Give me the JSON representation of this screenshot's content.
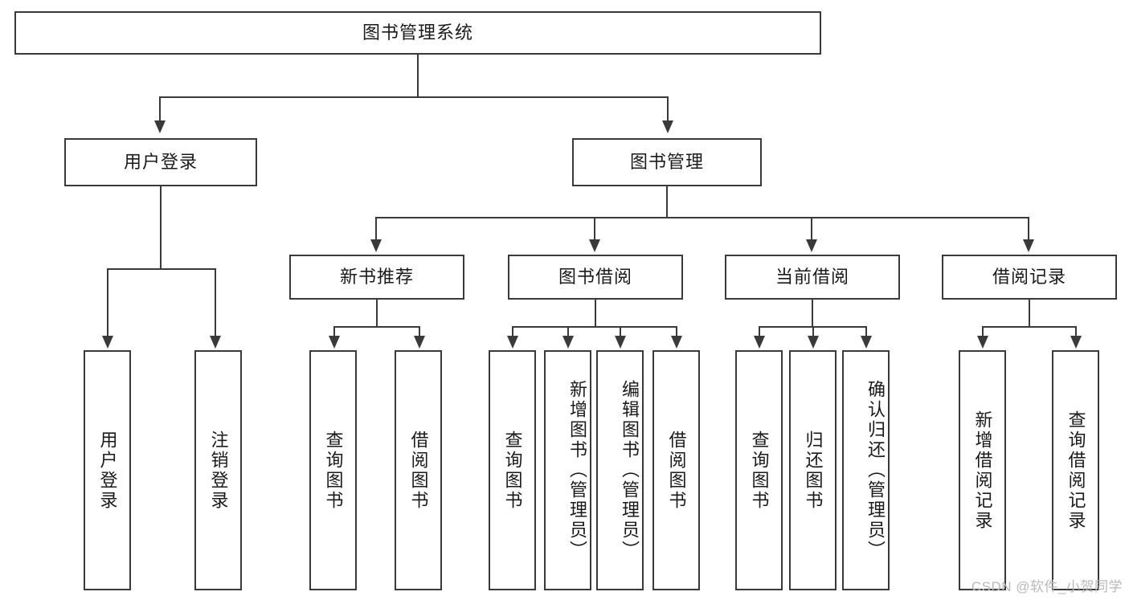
{
  "diagram": {
    "title": "图书管理系统",
    "type": "tree-hierarchy-diagram",
    "root": {
      "id": "root",
      "label": "图书管理系统"
    },
    "level2": [
      {
        "id": "user-login",
        "label": "用户登录"
      },
      {
        "id": "book-manage",
        "label": "图书管理"
      }
    ],
    "level3": [
      {
        "id": "new-book-rec",
        "label": "新书推荐"
      },
      {
        "id": "book-borrow",
        "label": "图书借阅"
      },
      {
        "id": "current-borrow",
        "label": "当前借阅"
      },
      {
        "id": "borrow-record",
        "label": "借阅记录"
      }
    ],
    "leaves": {
      "user_login": [
        {
          "id": "leaf-user-login",
          "label": "用户登录"
        },
        {
          "id": "leaf-logout",
          "label": "注销登录"
        }
      ],
      "new_book_rec": [
        {
          "id": "leaf-query-book-1",
          "label": "查询图书"
        },
        {
          "id": "leaf-borrow-book-1",
          "label": "借阅图书"
        }
      ],
      "book_borrow": [
        {
          "id": "leaf-query-book-2",
          "label": "查询图书"
        },
        {
          "id": "leaf-add-book",
          "label": "新增图书（管理员）"
        },
        {
          "id": "leaf-edit-book",
          "label": "编辑图书（管理员）"
        },
        {
          "id": "leaf-borrow-book-2",
          "label": "借阅图书"
        }
      ],
      "current_borrow": [
        {
          "id": "leaf-query-book-3",
          "label": "查询图书"
        },
        {
          "id": "leaf-return-book",
          "label": "归还图书"
        },
        {
          "id": "leaf-confirm-return",
          "label": "确认归还（管理员）"
        }
      ],
      "borrow_record": [
        {
          "id": "leaf-add-record",
          "label": "新增借阅记录"
        },
        {
          "id": "leaf-query-record",
          "label": "查询借阅记录"
        }
      ]
    },
    "watermark": "CSDN @软件_小贺同学",
    "colors": {
      "stroke": "#3a3a3a",
      "fill": "#ffffff",
      "text": "#1a1a1a",
      "watermark": "#b9b9b9"
    }
  }
}
